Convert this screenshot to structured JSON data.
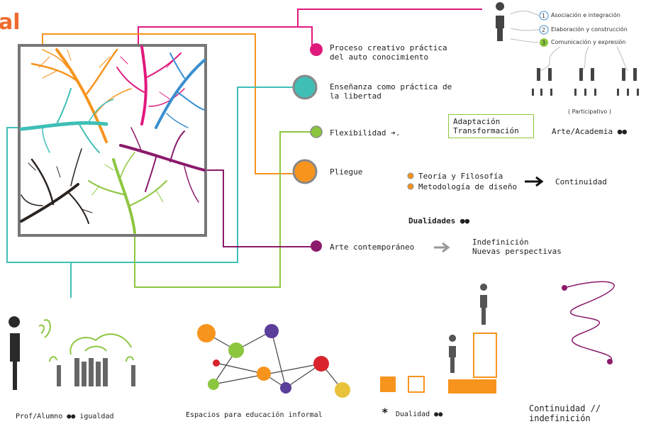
{
  "title": "al",
  "nodes": [
    {
      "label": "Proceso creativo práctica\ndel auto conocimiento",
      "color": "#e0197d"
    },
    {
      "label": "Enseñanza como práctica de\nla libertad",
      "color": "#3fbfb6"
    },
    {
      "label": "Flexibilidad ➔.",
      "color": "#8cc63f"
    },
    {
      "label": "Pliegue",
      "color": "#f7941d"
    },
    {
      "label": "Arte contemporáneo",
      "color": "#8b1a6b"
    }
  ],
  "adaptacion_box": "Adaptación\nTransformación",
  "pliegue_items": [
    "Teoría y Filosofía",
    "Metodología de diseño"
  ],
  "continuidad_label": "Continuidad",
  "dualidades_label": "Dualidades ●●",
  "indefinicion_label": "Indefinición\nNuevas perspectivas",
  "arte_academia_label": "Arte/Academia ●●",
  "participativo_panel": {
    "steps": [
      "Asociación e integración",
      "Elaboración y construcción",
      "Comunicación y expresión"
    ],
    "step_numbers": [
      "1",
      "2",
      "3"
    ],
    "caption": "( Participativo )"
  },
  "bottom_captions": {
    "prof_alumno": "Prof/Alumno ●●  igualdad",
    "espacios": "Espacios para educación informal",
    "dualidad_star": "*",
    "dualidad": "Dualidad ●●",
    "continuidad": "Continuidad //\nindefinición"
  },
  "colors": {
    "magenta": "#e0197d",
    "teal": "#3fbfb6",
    "green": "#8cc63f",
    "orange": "#f7941d",
    "purple": "#8b1a6b",
    "blue": "#3a8fd0",
    "title_orange": "#ef6a2d",
    "frame_gray": "#777777"
  }
}
